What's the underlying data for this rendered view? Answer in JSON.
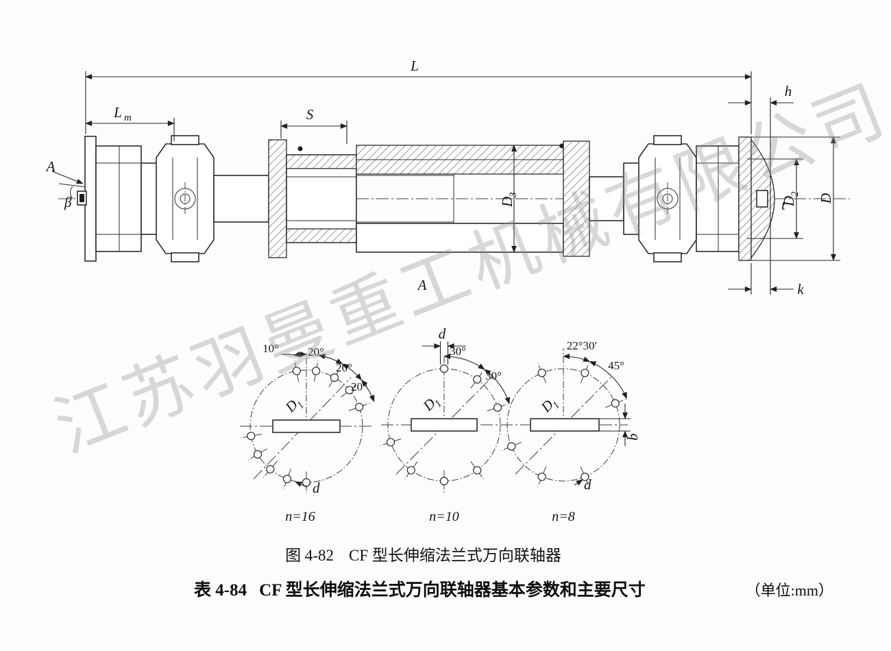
{
  "page": {
    "watermark": "江苏羽曼重工机械有限公司"
  },
  "figure": {
    "caption": {
      "number": "图 4-82",
      "title": "CF 型长伸缩法兰式万向联轴器"
    },
    "labels": {
      "L": "L",
      "Lm": {
        "main": "L",
        "sub": "m"
      },
      "S": "S",
      "h": "h",
      "A_view": "A",
      "beta": "β",
      "D3": {
        "main": "D",
        "sub": "3"
      },
      "D2": {
        "main": "D",
        "sub": "2"
      },
      "D": "D",
      "t": "t",
      "k": "k",
      "A_section": "A"
    },
    "views": {
      "left": {
        "angle_10": "10°",
        "angle_20a": "20°",
        "angle_20b": "20°",
        "angle_20c": "20°",
        "D1": {
          "main": "D",
          "sub": "1"
        },
        "d": "d",
        "n": "n=16"
      },
      "middle": {
        "d": "d",
        "angle_30a": "30°",
        "angle_30b": "30°",
        "D1": {
          "main": "D",
          "sub": "1"
        },
        "n": "n=10"
      },
      "right": {
        "angle_2230": "22°30′",
        "angle_45": "45°",
        "D1": {
          "main": "D",
          "sub": "1"
        },
        "b": "b",
        "d": "d",
        "n": "n=8"
      }
    }
  },
  "table": {
    "number": "表 4-84",
    "title": "CF 型长伸缩法兰式万向联轴器基本参数和主要尺寸",
    "unit": "（单位:mm）"
  }
}
